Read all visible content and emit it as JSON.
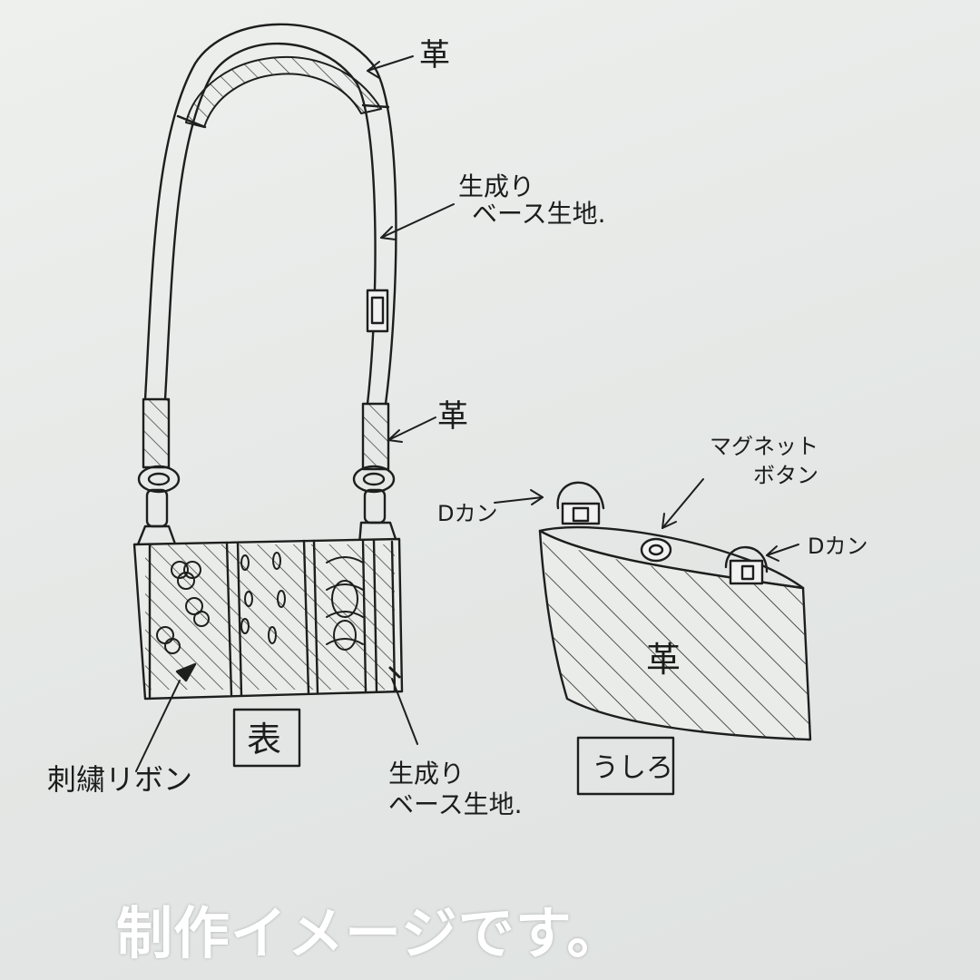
{
  "front_view": {
    "label": "表",
    "notes": {
      "strap_top": "革",
      "strap_middle_line1": "生成り",
      "strap_middle_line2": "ベース生地.",
      "strap_lower": "革",
      "ribbon": "刺繍リボン",
      "base_fabric_line1": "生成り",
      "base_fabric_line2": "ベース生地."
    }
  },
  "back_view": {
    "label": "うしろ",
    "body_label": "革",
    "notes": {
      "d_ring_left": "Dカン",
      "magnet_line1": "マグネット",
      "magnet_line2": "ボタン",
      "d_ring_right": "Dカン"
    }
  },
  "caption": "制作イメージです。"
}
